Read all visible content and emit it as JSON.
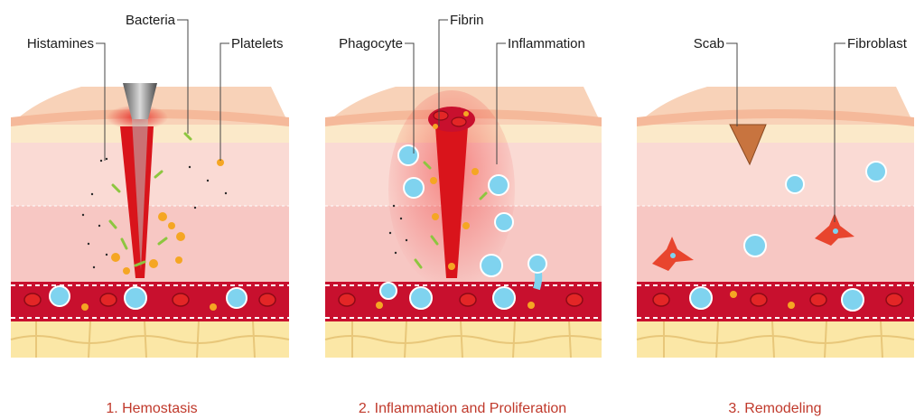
{
  "panels": [
    {
      "caption": "1. Hemostasis",
      "labels": [
        "Histamines",
        "Bacteria",
        "Platelets"
      ]
    },
    {
      "caption": "2. Inflammation and Proliferation",
      "labels": [
        "Phagocyte",
        "Fibrin",
        "Inflammation"
      ]
    },
    {
      "caption": "3. Remodeling",
      "labels": [
        "Scab",
        "Fibroblast"
      ]
    }
  ],
  "colors": {
    "epidermis_top": "#f8d2b8",
    "epidermis_band": "#fbe9c9",
    "dermis": "#fadad4",
    "dermis_lower": "#f7c7c3",
    "vessel": "#c8102e",
    "fat": "#fbe7a6",
    "fat_line": "#e8c77a",
    "blood": "#e32626",
    "caption": "#c0392b",
    "cell": "#7fd3ef",
    "platelet": "#f5a623",
    "bacteria": "#8dc63f"
  }
}
